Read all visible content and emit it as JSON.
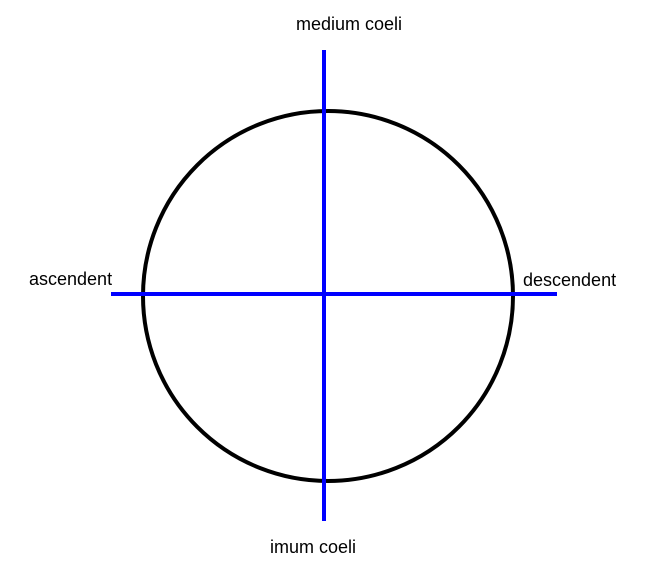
{
  "labels": {
    "top": "medium coeli",
    "left": "ascendent",
    "right": "descendent",
    "bottom": "imum coeli"
  },
  "colors": {
    "circle": "#000000",
    "axes": "#0000ff"
  }
}
